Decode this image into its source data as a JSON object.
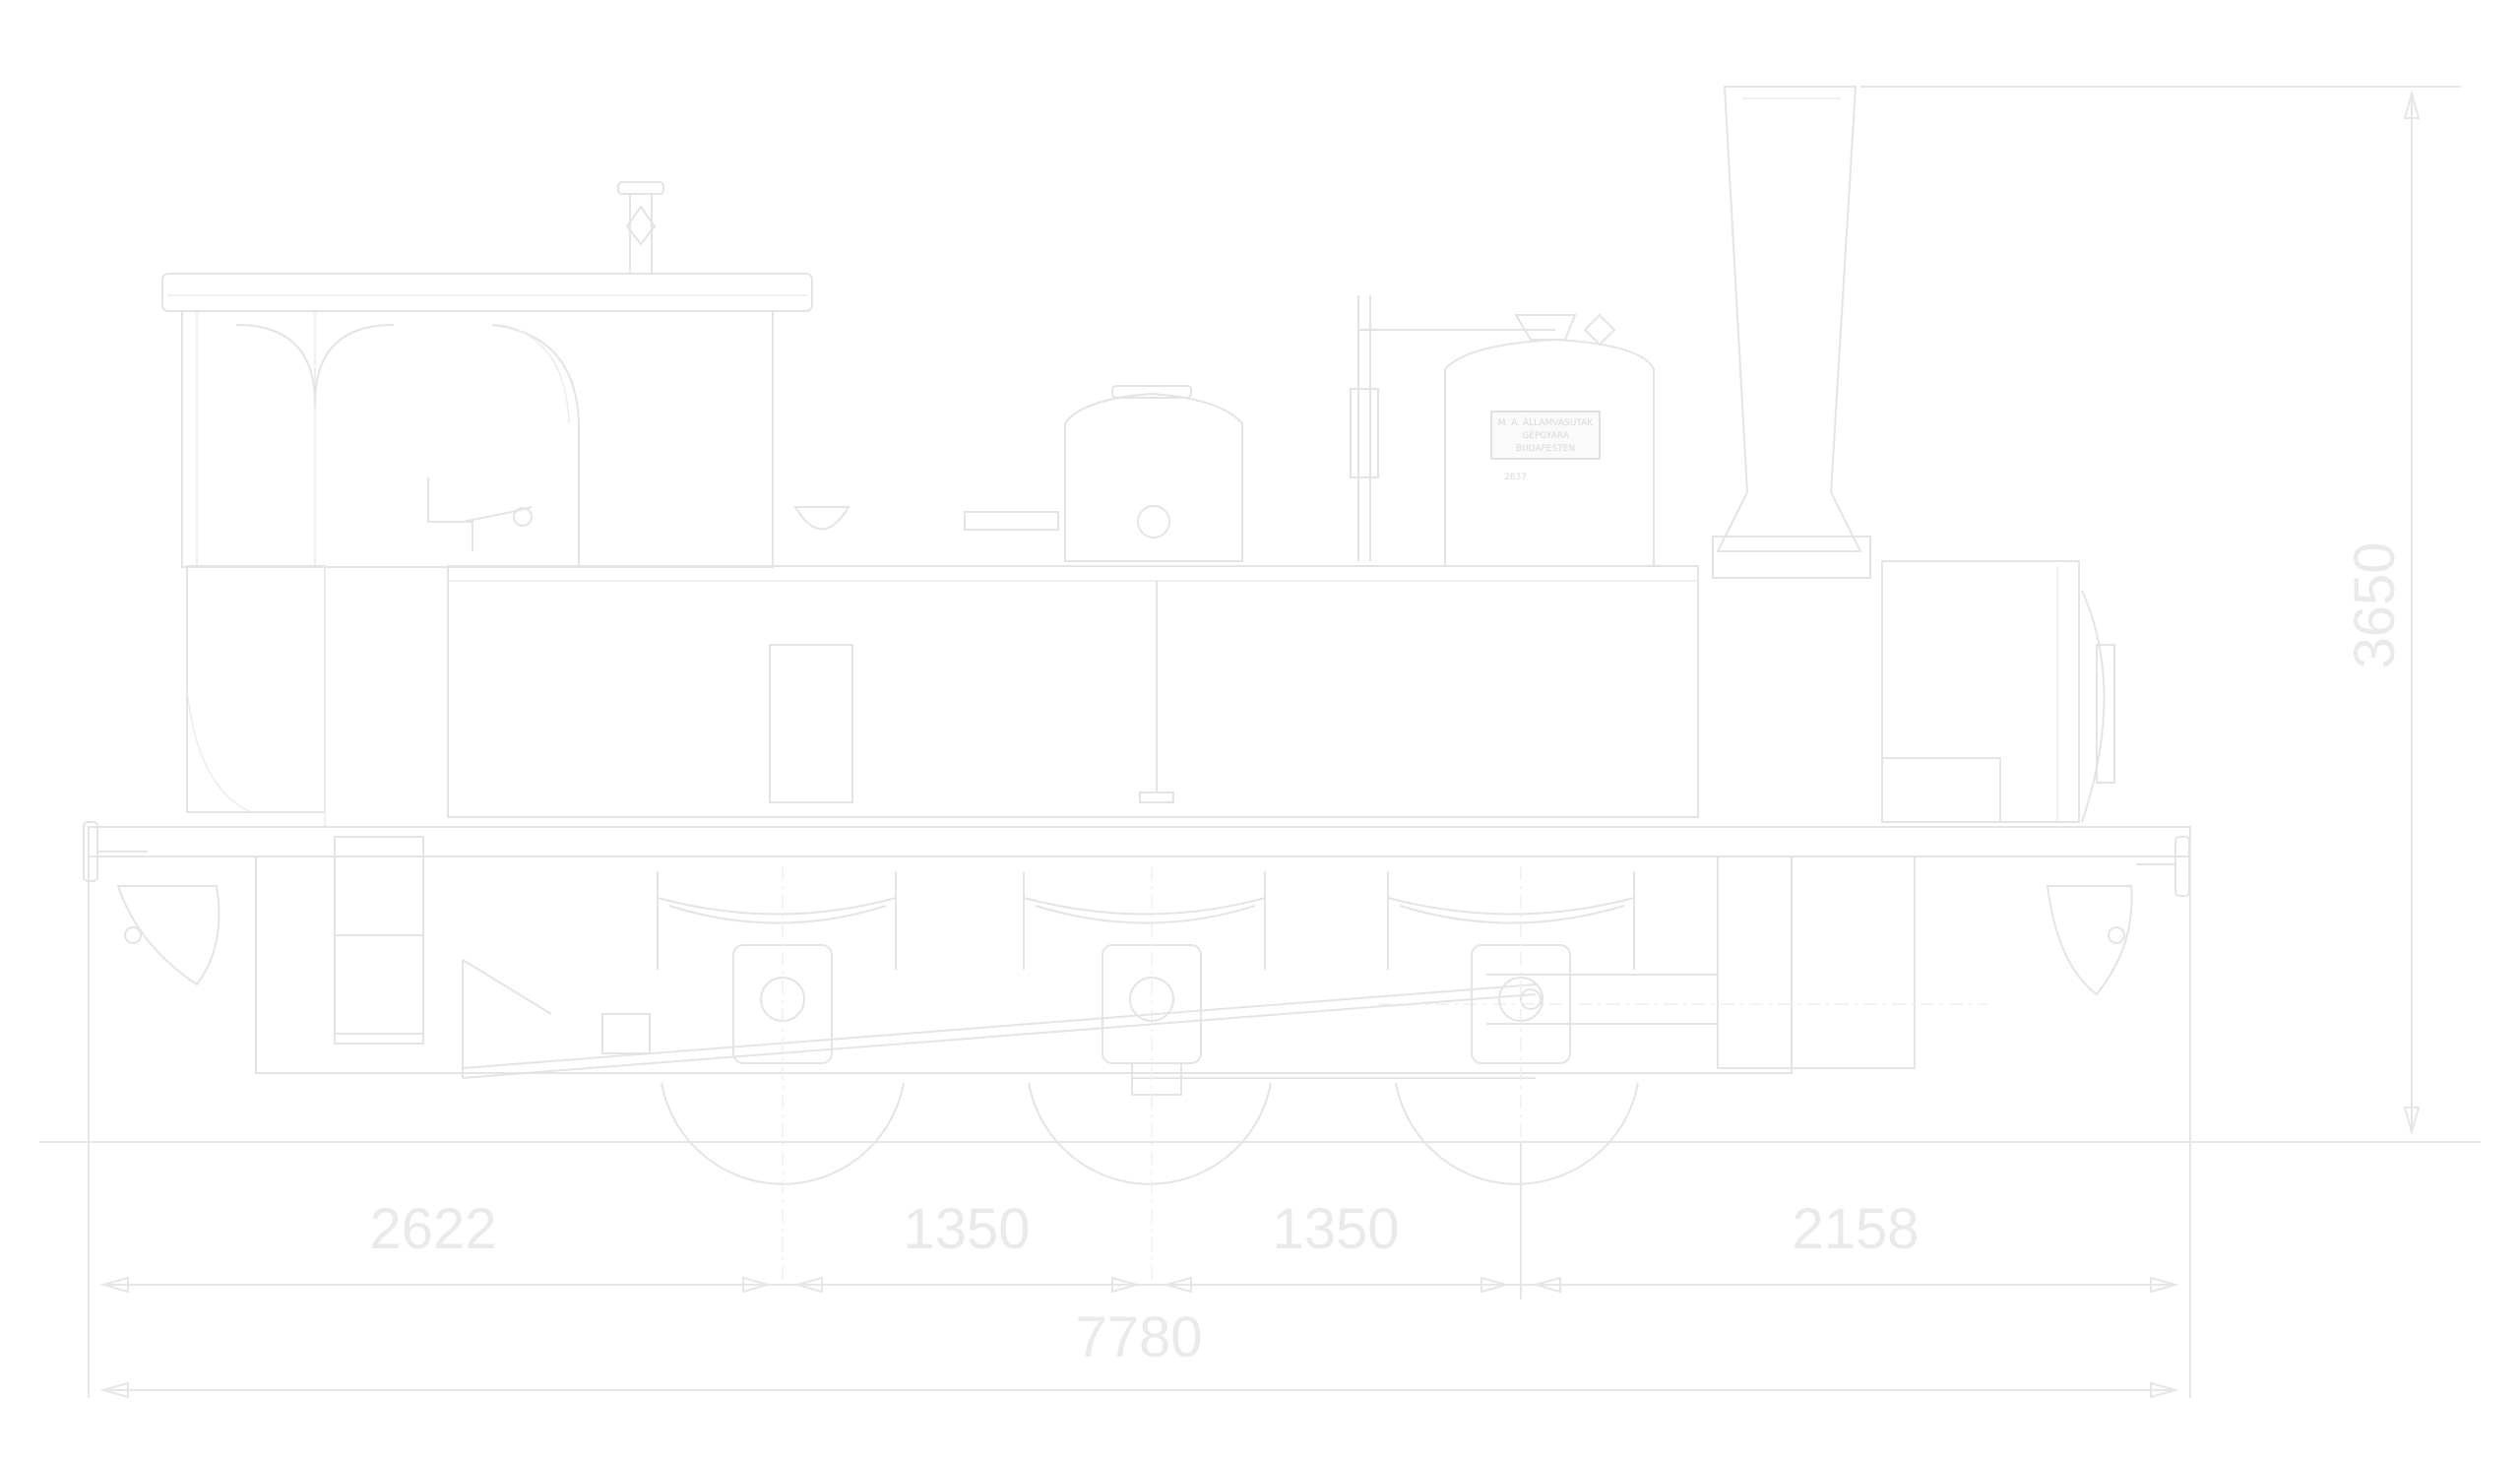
{
  "drawing": {
    "builder_plate": {
      "lines": [
        "M. A. ÁLLAMVASUTAK",
        "GÉPGYÁRA",
        "BUDAPESTEN"
      ],
      "number": "2637"
    },
    "dimensions": {
      "segments": [
        "2622",
        "1350",
        "1350",
        "2158"
      ],
      "total_length": "7780",
      "height": "3650"
    },
    "colors": {
      "line": "#e4e4e4",
      "text": "#eaeaea"
    }
  }
}
